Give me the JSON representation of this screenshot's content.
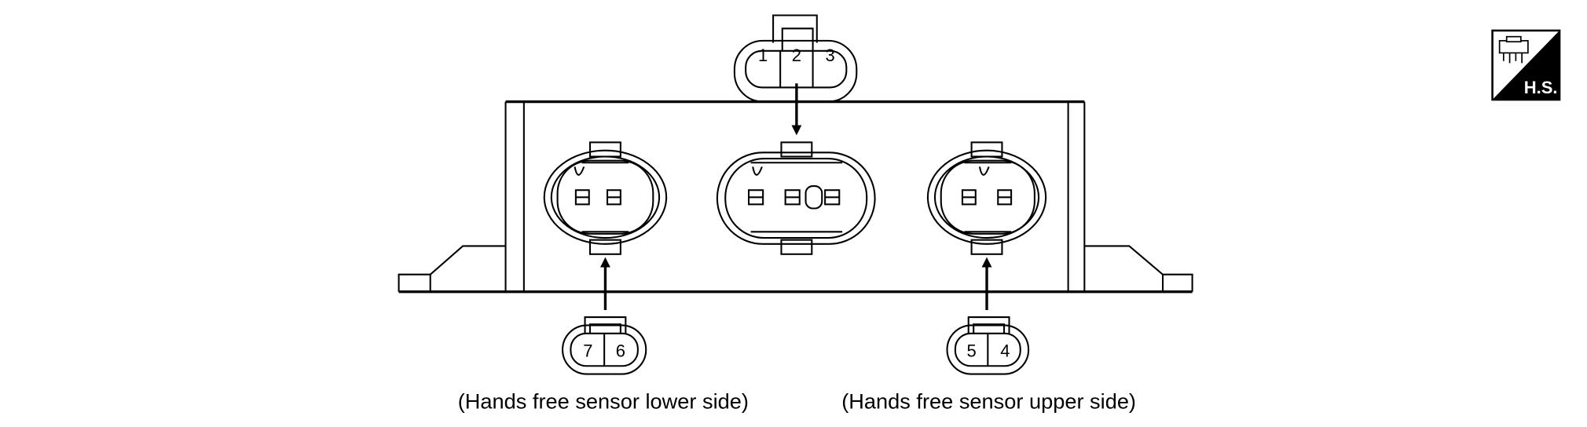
{
  "top_connector": {
    "pins": [
      "1",
      "2",
      "3"
    ]
  },
  "lower_connector": {
    "pins": [
      "7",
      "6"
    ],
    "label": "(Hands free sensor lower side)"
  },
  "upper_connector": {
    "pins": [
      "5",
      "4"
    ],
    "label": "(Hands free sensor upper side)"
  },
  "badge": {
    "text": "H.S.",
    "icon": "harness-side-connector-icon"
  }
}
